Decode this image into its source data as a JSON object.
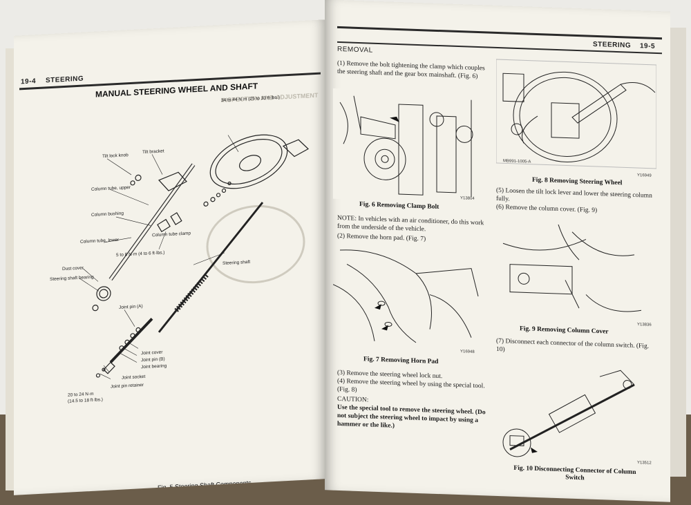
{
  "left_page": {
    "page_number": "19-4",
    "header_title": "STEERING",
    "section_title": "MANUAL STEERING WHEEL AND SHAFT",
    "torque_top": "34 to 44 N·m (25 to 33 ft·lbs.)",
    "torque_clamp": "5 to 8 N·m (4 to 6 ft·lbs.)",
    "torque_bottom": "20 to 24 N·m\n(14.5 to 18 ft·lbs.)",
    "labels": {
      "tilt_lock_knob": "Tilt lock knob",
      "tilt_bracket": "Tilt bracket",
      "column_tube_upper": "Column tube, upper",
      "column_bushing": "Column bushing",
      "column_tube_lower": "Column tube, lower",
      "column_tube_clamp": "Column tube clamp",
      "dust_cover": "Dust cover",
      "steering_shaft_bearing": "Steering shaft bearing",
      "steering_shaft": "Steering shaft",
      "joint_pin_a": "Joint pin (A)",
      "joint_cover": "Joint cover",
      "joint_pin_b": "Joint pin (B)",
      "joint_bearing": "Joint bearing",
      "joint_socket": "Joint socket",
      "joint_pin_retainer": "Joint pin retainer"
    },
    "figure_caption": "Fig. 5  Steering Shaft Components"
  },
  "right_page": {
    "page_number": "19-5",
    "header_title": "STEERING",
    "section_heading": "REMOVAL",
    "step1": "(1)  Remove the bolt tightening the clamp which couples the steering shaft and the gear box mainshaft. (Fig. 6)",
    "fig6_caption": "Fig. 6  Removing Clamp Bolt",
    "fig6_code": "Y13804",
    "note": "NOTE:  In vehicles with an air conditioner, do this work from the underside of the vehicle.",
    "step2": "(2)  Remove the horn pad.  (Fig. 7)",
    "fig7_caption": "Fig. 7  Removing Horn Pad",
    "fig7_code": "Y16948",
    "step3": "(3)  Remove the steering wheel lock nut.",
    "step4": "(4)  Remove the steering wheel by using the special tool.  (Fig. 8)",
    "caution_title": "CAUTION:",
    "caution_body": "Use the special tool to remove the steering wheel. (Do not subject the steering wheel to impact by using a hammer or the like.)",
    "fig8_tool_label": "MB991-1005-A",
    "fig8_caption": "Fig. 8  Removing Steering Wheel",
    "fig8_code": "Y16949",
    "step5": "(5)  Loosen the tilt lock lever and lower the steering column fully.",
    "step6": "(6)  Remove the column cover.  (Fig. 9)",
    "fig9_caption": "Fig. 9  Removing Column Cover",
    "fig9_code": "Y13836",
    "step7": "(7)  Disconnect each connector of the column switch.  (Fig. 10)",
    "fig10_caption": "Fig. 10  Disconnecting Connector of Column Switch",
    "fig10_code": "Y13512"
  },
  "colors": {
    "paper": "#f4f2ea",
    "ink": "#1a1a1a",
    "background": "#ecebe7",
    "table": "#6b5d4a"
  }
}
